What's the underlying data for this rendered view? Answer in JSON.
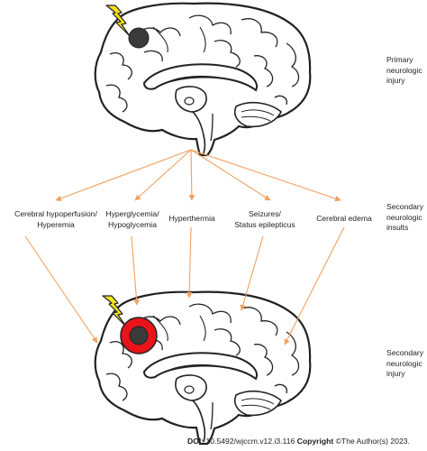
{
  "stages": {
    "primary": {
      "line1": "Primary",
      "line2": "neurologic",
      "line3": "injury"
    },
    "secondary_insults": {
      "line1": "Secondary",
      "line2": "neurologic",
      "line3": "insults"
    },
    "secondary_injury": {
      "line1": "Secondary",
      "line2": "neurologic",
      "line3": "injury"
    }
  },
  "insults": [
    {
      "line1": "Cerebral hypoperfusion/",
      "line2": "Hyperemia"
    },
    {
      "line1": "Hyperglycemia/",
      "line2": "Hypoglycemia"
    },
    {
      "line1": "Hyperthermia",
      "line2": ""
    },
    {
      "line1": "Seizures/",
      "line2": "Status epilepticus"
    },
    {
      "line1": "Cerebral edema",
      "line2": ""
    }
  ],
  "footer": {
    "doi_label": "DOI:",
    "doi_value": "10.5492/wjccm.v12.i3.116",
    "copyright_label": "Copyright",
    "copyright_value": "©The Author(s) 2023."
  },
  "colors": {
    "arrow": "#f0a060",
    "lesion_core": "#3a3a3a",
    "lesion_ring": "#e8141a",
    "lightning": "#f5e21a",
    "outline": "#222222"
  },
  "icons": {
    "lightning": "lightning-bolt-icon",
    "brain": "brain-sagittal-icon"
  }
}
